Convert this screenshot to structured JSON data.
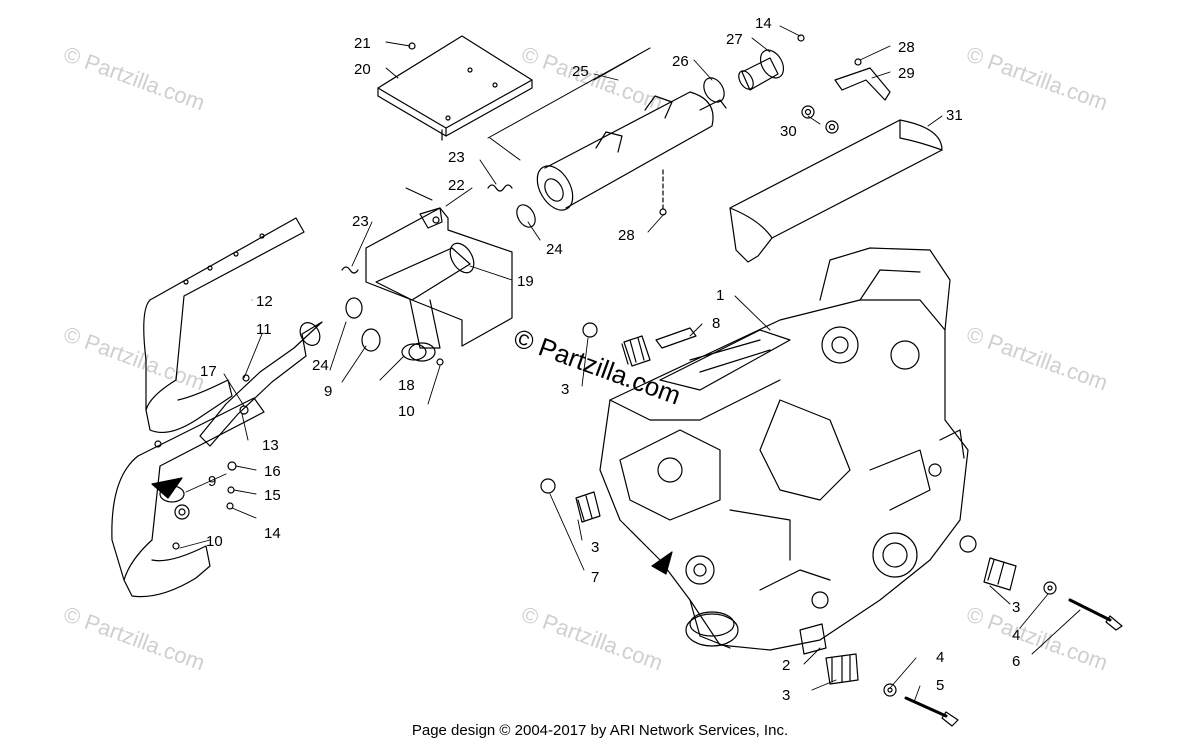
{
  "diagram": {
    "callouts": [
      {
        "id": "c21",
        "label": "21"
      },
      {
        "id": "c20",
        "label": "20"
      },
      {
        "id": "c25",
        "label": "25"
      },
      {
        "id": "c27",
        "label": "27"
      },
      {
        "id": "c14a",
        "label": "14"
      },
      {
        "id": "c26",
        "label": "26"
      },
      {
        "id": "c28a",
        "label": "28"
      },
      {
        "id": "c29",
        "label": "29"
      },
      {
        "id": "c30",
        "label": "30"
      },
      {
        "id": "c31",
        "label": "31"
      },
      {
        "id": "c23a",
        "label": "23"
      },
      {
        "id": "c22",
        "label": "22"
      },
      {
        "id": "c23b",
        "label": "23"
      },
      {
        "id": "c24a",
        "label": "24"
      },
      {
        "id": "c28b",
        "label": "28"
      },
      {
        "id": "c19",
        "label": "19"
      },
      {
        "id": "c12",
        "label": "12"
      },
      {
        "id": "c11",
        "label": "11"
      },
      {
        "id": "c24b",
        "label": "24"
      },
      {
        "id": "c9a",
        "label": "9"
      },
      {
        "id": "c18",
        "label": "18"
      },
      {
        "id": "c10a",
        "label": "10"
      },
      {
        "id": "c17",
        "label": "17"
      },
      {
        "id": "c13",
        "label": "13"
      },
      {
        "id": "c16",
        "label": "16"
      },
      {
        "id": "c9b",
        "label": "9"
      },
      {
        "id": "c15",
        "label": "15"
      },
      {
        "id": "c14b",
        "label": "14"
      },
      {
        "id": "c10b",
        "label": "10"
      },
      {
        "id": "c1",
        "label": "1"
      },
      {
        "id": "c8",
        "label": "8"
      },
      {
        "id": "c3a",
        "label": "3"
      },
      {
        "id": "c3b",
        "label": "3"
      },
      {
        "id": "c7",
        "label": "7"
      },
      {
        "id": "c3c",
        "label": "3"
      },
      {
        "id": "c4a",
        "label": "4"
      },
      {
        "id": "c6",
        "label": "6"
      },
      {
        "id": "c2",
        "label": "2"
      },
      {
        "id": "c3d",
        "label": "3"
      },
      {
        "id": "c4b",
        "label": "4"
      },
      {
        "id": "c5",
        "label": "5"
      }
    ],
    "watermark_small": "© Partzilla.com",
    "watermark_large": "© Partzilla.com"
  },
  "footer": {
    "text": "Page design © 2004-2017 by ARI Network Services, Inc."
  }
}
